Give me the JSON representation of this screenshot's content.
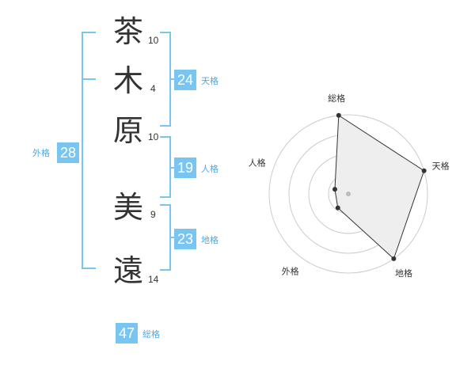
{
  "name_chars": [
    {
      "char": "茶",
      "strokes": "10"
    },
    {
      "char": "木",
      "strokes": "4"
    },
    {
      "char": "原",
      "strokes": "10"
    },
    {
      "char": "美",
      "strokes": "9"
    },
    {
      "char": "遠",
      "strokes": "14"
    }
  ],
  "fortunes": {
    "tenkaku": {
      "label": "天格",
      "value": "24"
    },
    "jinkaku": {
      "label": "人格",
      "value": "19"
    },
    "chikaku": {
      "label": "地格",
      "value": "23"
    },
    "gaikaku": {
      "label": "外格",
      "value": "28"
    },
    "soukaku": {
      "label": "総格",
      "value": "47"
    }
  },
  "chart_data": {
    "type": "radar",
    "axes": [
      "総格",
      "天格",
      "地格",
      "外格",
      "人格"
    ],
    "values": [
      47,
      24,
      23,
      28,
      19
    ],
    "rings": 4,
    "colors": {
      "fill": "#eeeeee",
      "stroke": "#333333",
      "ring": "#cccccc",
      "point": "#333333",
      "center": "#bbbbbb"
    },
    "scores": [
      5,
      5,
      5,
      1,
      1
    ]
  }
}
